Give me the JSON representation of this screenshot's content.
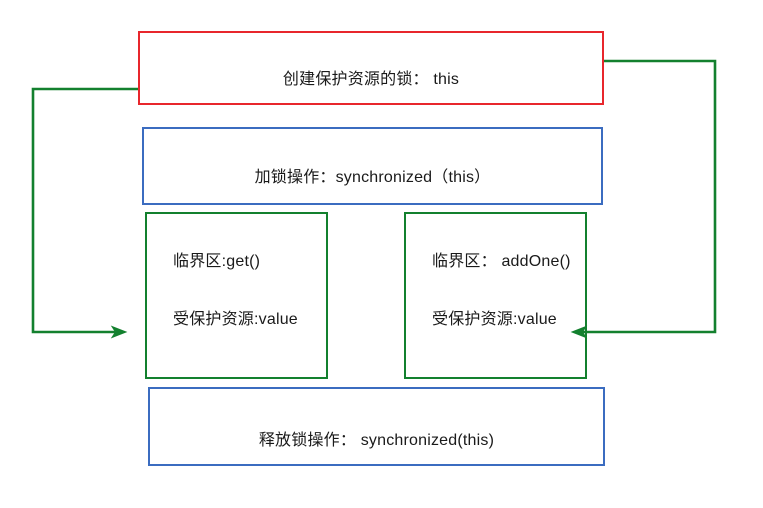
{
  "diagram": {
    "title_not_shown": "",
    "colors": {
      "red": "#e8262c",
      "blue": "#3b6cc0",
      "green": "#13802e",
      "text": "#1a1a1a",
      "background": "#ffffff"
    },
    "boxes": {
      "create_lock": {
        "label": "创建保护资源的锁： this",
        "border_color": "#e8262c"
      },
      "acquire_lock": {
        "label": "加锁操作：synchronized（this）",
        "border_color": "#3b6cc0"
      },
      "critical_get": {
        "line1": "临界区:get()",
        "line2": "受保护资源:value",
        "border_color": "#13802e"
      },
      "critical_addone": {
        "line1": "临界区： addOne()",
        "line2": "受保护资源:value",
        "border_color": "#13802e"
      },
      "release_lock": {
        "label": "释放锁操作： synchronized(this)",
        "border_color": "#3b6cc0"
      }
    },
    "arrows": {
      "left_arrow": {
        "name": "lock-to-critical-get-arrow",
        "color": "#13802e",
        "from": "create_lock left edge",
        "to": "critical_get left edge",
        "direction": "right"
      },
      "right_arrow": {
        "name": "lock-to-critical-addone-arrow",
        "color": "#13802e",
        "from": "create_lock right edge",
        "to": "critical_addone right edge",
        "direction": "left"
      }
    }
  }
}
